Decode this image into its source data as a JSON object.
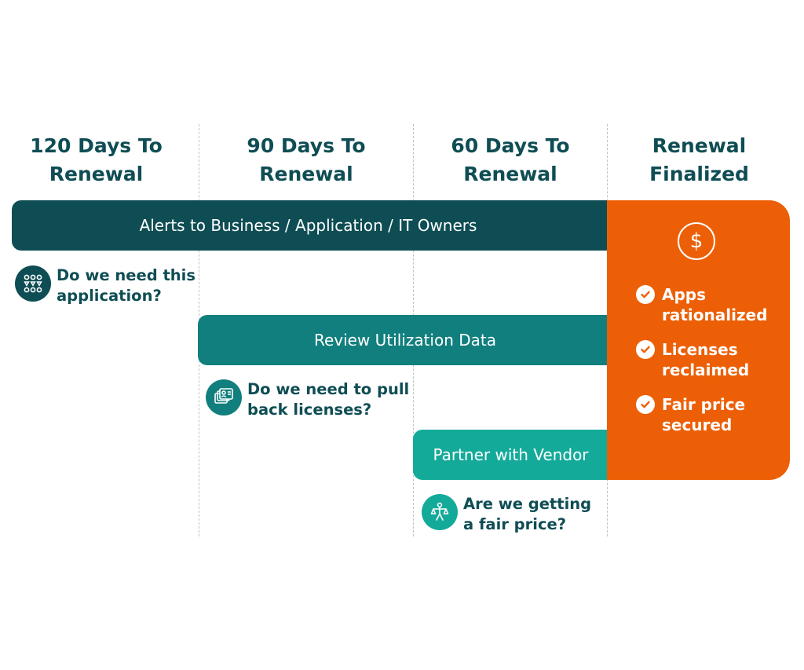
{
  "columns": [
    {
      "line1": "120 Days To",
      "line2": "Renewal"
    },
    {
      "line1": "90 Days To",
      "line2": "Renewal"
    },
    {
      "line1": "60 Days To",
      "line2": "Renewal"
    },
    {
      "line1": "Renewal",
      "line2": "Finalized"
    }
  ],
  "bars": {
    "alerts": "Alerts to Business / Application / IT Owners",
    "review": "Review Utilization Data",
    "partner": "Partner with Vendor"
  },
  "questions": [
    {
      "line1": "Do we need this",
      "line2": "application?",
      "icon": "apps-grid-icon"
    },
    {
      "line1": "Do we need to pull",
      "line2": "back licenses?",
      "icon": "license-cards-icon"
    },
    {
      "line1": "Are we getting",
      "line2": "a fair price?",
      "icon": "balance-person-icon"
    }
  ],
  "finalized": {
    "icon": "dollar-icon",
    "symbol": "$",
    "outcomes": [
      {
        "line1": "Apps",
        "line2": "rationalized"
      },
      {
        "line1": "Licenses",
        "line2": "reclaimed"
      },
      {
        "line1": "Fair price",
        "line2": "secured"
      }
    ]
  },
  "colors": {
    "dark_teal": "#0f4d54",
    "mid_teal": "#117f7d",
    "light_teal": "#14aa9a",
    "orange": "#ec5f06"
  }
}
